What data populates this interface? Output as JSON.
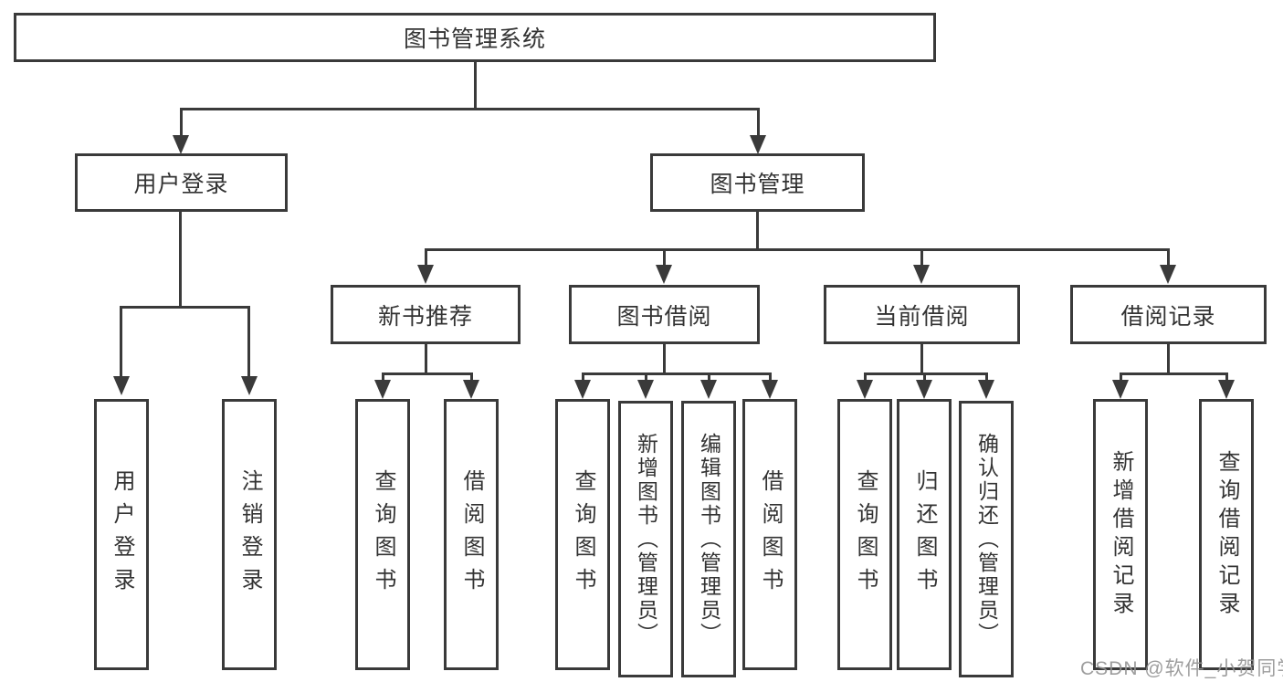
{
  "diagram": {
    "root": {
      "label": "图书管理系统"
    },
    "level2": {
      "user_login": {
        "label": "用户登录"
      },
      "book_mgmt": {
        "label": "图书管理"
      }
    },
    "level3": {
      "new_book": {
        "label": "新书推荐"
      },
      "borrow": {
        "label": "图书借阅"
      },
      "current": {
        "label": "当前借阅"
      },
      "records": {
        "label": "借阅记录"
      }
    },
    "leaves": {
      "user_login": {
        "label": "用户登录"
      },
      "logout": {
        "label": "注销登录"
      },
      "nb_query": {
        "label": "查询图书"
      },
      "nb_borrow": {
        "label": "借阅图书"
      },
      "bb_query": {
        "label": "查询图书"
      },
      "bb_add": {
        "label": "新增图书（管理员）"
      },
      "bb_edit": {
        "label": "编辑图书（管理员）"
      },
      "bb_borrow": {
        "label": "借阅图书"
      },
      "cb_query": {
        "label": "查询图书"
      },
      "cb_return": {
        "label": "归还图书"
      },
      "cb_confirm": {
        "label": "确认归还（管理员）"
      },
      "br_add": {
        "label": "新增借阅记录"
      },
      "br_query": {
        "label": "查询借阅记录"
      }
    },
    "watermark": "CSDN @软件_小贺同学",
    "colors": {
      "line": "#3a3a3a",
      "text": "#333333",
      "background": "#ffffff",
      "watermark": "#949494"
    }
  }
}
